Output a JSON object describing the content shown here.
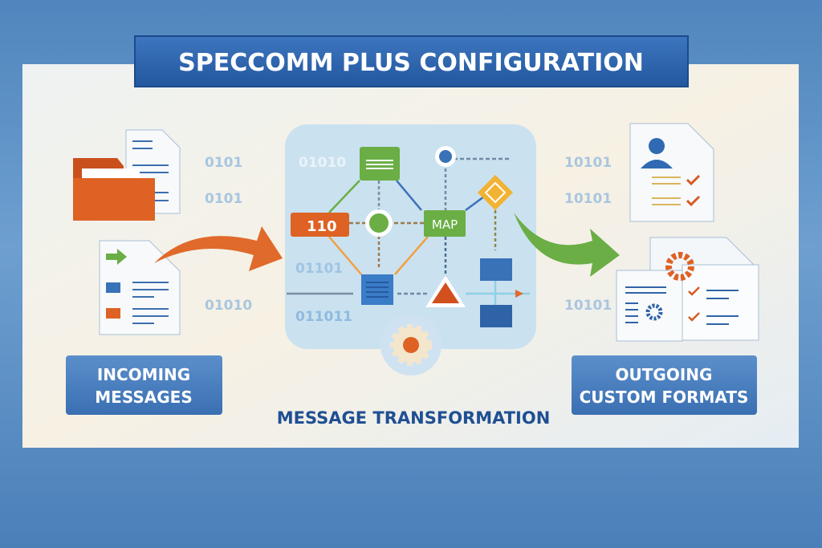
{
  "title": "SPECCOMM PLUS CONFIGURATION",
  "incoming": {
    "line1": "INCOMING",
    "line2": "MESSAGES"
  },
  "outgoing": {
    "line1": "OUTGOING",
    "line2": "CUSTOM FORMATS"
  },
  "center_caption": "MESSAGE TRANSFORMATION",
  "binary": {
    "left": [
      "0101",
      "0101",
      "01010"
    ],
    "center": [
      "01010",
      "01101",
      "011011"
    ],
    "right": [
      "10101",
      "10101",
      "10101"
    ]
  },
  "nodes": {
    "source_box": "110",
    "map": "MAP"
  },
  "colors": {
    "brand_blue": "#2f63a8",
    "orange": "#d95a22",
    "green": "#6aae45",
    "yellow": "#f2b233",
    "caption": "#1f4f93"
  }
}
